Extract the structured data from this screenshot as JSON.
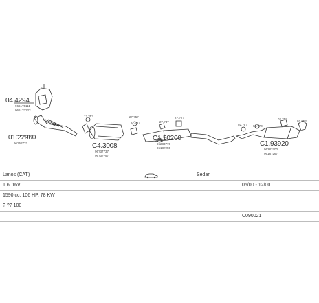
{
  "parts": {
    "p1": {
      "code": "04.4294",
      "refs": [
        "9661?5111",
        "9661?????"
      ]
    },
    "p2": {
      "code": "01.22960",
      "refs": [
        "96?5?7?2"
      ]
    },
    "p3": {
      "code": "C4.3008",
      "refs": [
        "96?37737",
        "96?3??97"
      ]
    },
    "p4": {
      "code": "C1.50200",
      "refs": [
        "96283770",
        "9618?255"
      ]
    },
    "p5": {
      "code": "C1.93920",
      "refs": [
        "96283700",
        "9618?267"
      ]
    },
    "small_codes": [
      "1?.?5?",
      "2?.?5?",
      "2?.?5?",
      "2?.?2?",
      "2?.?3?",
      "02.?5?",
      "02.??0",
      "02.?5?",
      "02.?5?",
      "2?.?5?"
    ]
  },
  "vehicle": {
    "model": "Lanos (CAT)",
    "body": "Sedan",
    "engine": "1.6i 16V",
    "period": "05/00 - 12/00",
    "specs": "1590 cc, 106 HP, 78 KW",
    "extra": "? ?? 100",
    "code": "C090021"
  }
}
